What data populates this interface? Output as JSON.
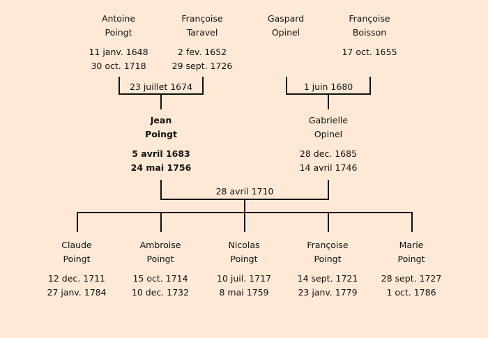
{
  "grandparents": [
    {
      "first": "Antoine",
      "last": "Poingt",
      "birth": "11 janv. 1648",
      "death": "30 oct. 1718"
    },
    {
      "first": "Françoise",
      "last": "Taravel",
      "birth": "2 fev. 1652",
      "death": "29 sept. 1726"
    },
    {
      "first": "Gaspard",
      "last": "Opinel",
      "birth": "",
      "death": ""
    },
    {
      "first": "Françoise",
      "last": "Boisson",
      "birth": "17 oct. 1655",
      "death": ""
    }
  ],
  "grandparent_marriages": [
    "23 juillet 1674",
    "1 juin 1680"
  ],
  "parents": [
    {
      "first": "Jean",
      "last": "Poingt",
      "birth": "5 avril 1683",
      "death": "24 mai 1756"
    },
    {
      "first": "Gabrielle",
      "last": "Opinel",
      "birth": "28 dec. 1685",
      "death": "14 avril 1746"
    }
  ],
  "parent_marriage": "28 avril 1710",
  "children": [
    {
      "first": "Claude",
      "last": "Poingt",
      "birth": "12 dec. 1711",
      "death": "27 janv. 1784"
    },
    {
      "first": "Ambroise",
      "last": "Poingt",
      "birth": "15 oct. 1714",
      "death": "10 dec. 1732"
    },
    {
      "first": "Nicolas",
      "last": "Poingt",
      "birth": "10 juil. 1717",
      "death": "8 mai 1759"
    },
    {
      "first": "Françoise",
      "last": "Poingt",
      "birth": "14 sept. 1721",
      "death": "23 janv. 1779"
    },
    {
      "first": "Marie",
      "last": "Poingt",
      "birth": "28 sept. 1727",
      "death": "1 oct. 1786"
    }
  ]
}
